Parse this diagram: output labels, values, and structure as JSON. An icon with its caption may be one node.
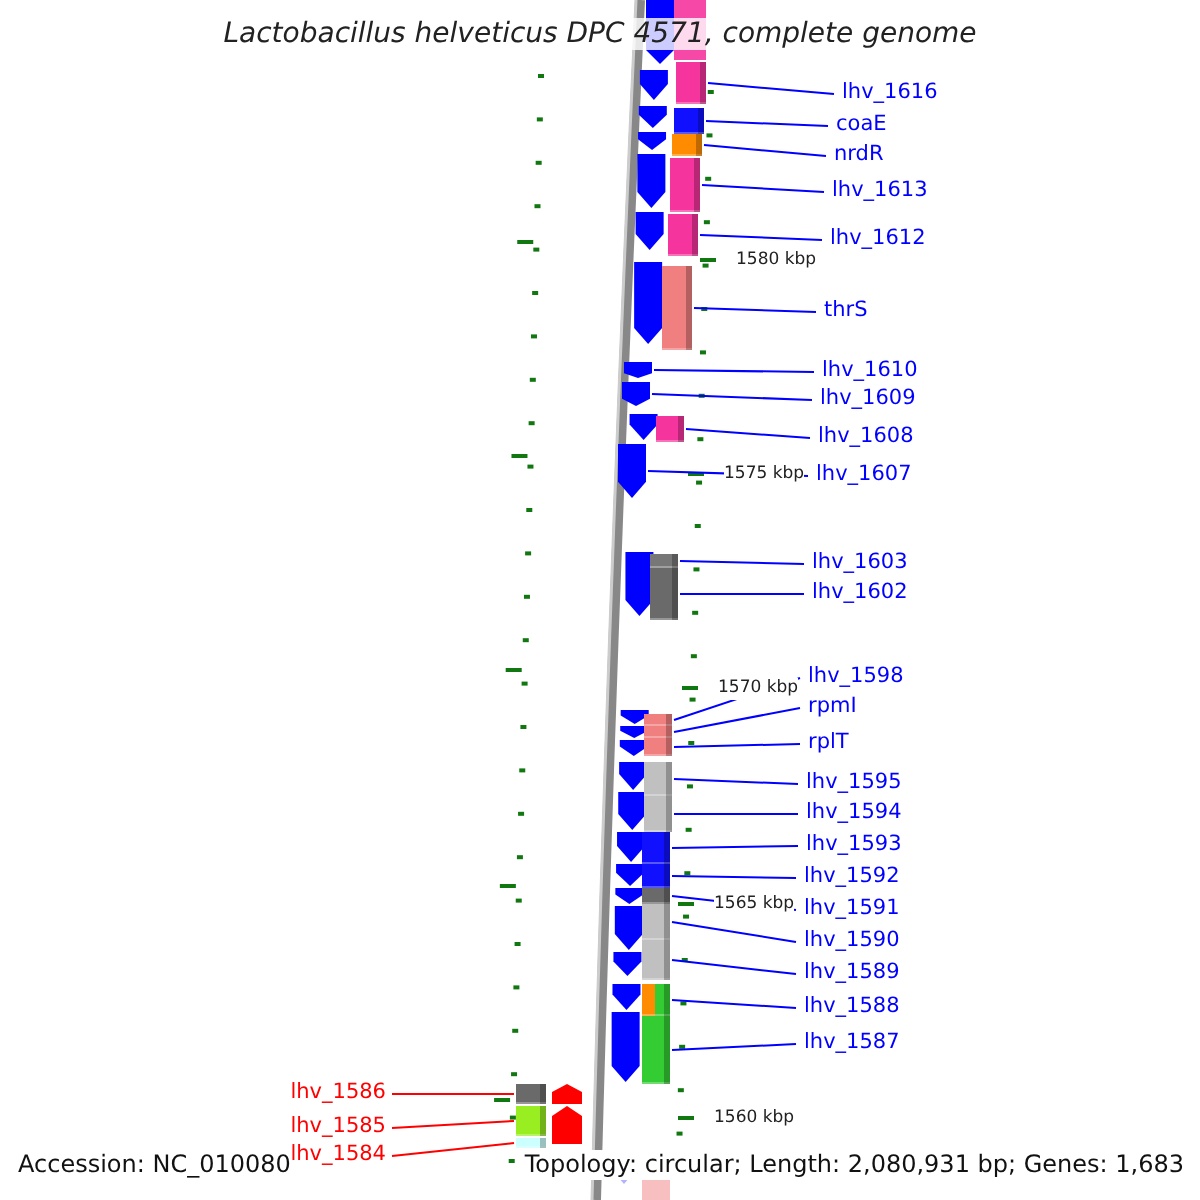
{
  "diagram": {
    "title": "Lactobacillus helveticus DPC 4571, complete genome",
    "nodes": [
      {
        "text": [
          "lhv_1616"
        ]
      },
      {
        "text": [
          "coaE"
        ]
      },
      {
        "text": [
          "nrdR"
        ]
      },
      {
        "text": [
          "lhv_1613"
        ]
      },
      {
        "text": [
          "lhv_1612"
        ]
      },
      {
        "text": [
          "thrS"
        ]
      },
      {
        "text": [
          "lhv_1610"
        ]
      },
      {
        "text": [
          "lhv_1609"
        ]
      },
      {
        "text": [
          "lhv_1608"
        ]
      },
      {
        "text": [
          "lhv_1607"
        ]
      },
      {
        "text": [
          "lhv_1603"
        ]
      },
      {
        "text": [
          "lhv_1602"
        ]
      },
      {
        "text": [
          "lhv_1598"
        ]
      },
      {
        "text": [
          "rpmI"
        ]
      },
      {
        "text": [
          "rplT"
        ]
      },
      {
        "text": [
          "lhv_1595"
        ]
      },
      {
        "text": [
          "lhv_1594"
        ]
      },
      {
        "text": [
          "lhv_1593"
        ]
      },
      {
        "text": [
          "lhv_1592"
        ]
      },
      {
        "text": [
          "lhv_1591"
        ]
      },
      {
        "text": [
          "lhv_1590"
        ]
      },
      {
        "text": [
          "lhv_1589"
        ]
      },
      {
        "text": [
          "lhv_1588"
        ]
      },
      {
        "text": [
          "lhv_1587"
        ]
      },
      {
        "text": [
          "lhv_1586"
        ]
      },
      {
        "text": [
          "lhv_1585"
        ]
      },
      {
        "text": [
          "lhv_1584"
        ]
      },
      {
        "text": [],
        "shape": "bar"
      },
      {
        "text": [],
        "shape": "bar"
      },
      {
        "text": [],
        "shape": "bar"
      },
      {
        "text": [],
        "shape": "bar"
      },
      {
        "text": [],
        "shape": "bar"
      },
      {
        "text": [],
        "shape": "bar"
      },
      {
        "text": [],
        "shape": "bar"
      },
      {
        "text": [],
        "shape": "bar"
      },
      {
        "text": [],
        "shape": "bar"
      },
      {
        "text": [],
        "shape": "bar"
      },
      {
        "text": [],
        "shape": "bar"
      },
      {
        "text": [],
        "shape": "bar"
      },
      {
        "text": [],
        "shape": "bar"
      },
      {
        "text": [],
        "shape": "bar"
      },
      {
        "text": [],
        "shape": "bar"
      },
      {
        "text": [],
        "shape": "bar"
      },
      {
        "text": [],
        "shape": "bar"
      },
      {
        "text": [],
        "shape": "bar"
      },
      {
        "text": [],
        "shape": "bar"
      },
      {
        "text": [],
        "shape": "bar"
      },
      {
        "text": [],
        "shape": "bar"
      },
      {
        "text": [],
        "shape": "bar"
      },
      {
        "text": [],
        "shape": "bar"
      },
      {
        "text": [],
        "shape": "bar"
      },
      {
        "text": [],
        "shape": "bar"
      },
      {
        "text": [],
        "shape": "bar"
      },
      {
        "text": [],
        "shape": "bar"
      }
    ],
    "edges": [
      {
        "from": 0,
        "to": 27,
        "arrow": "none"
      },
      {
        "from": 1,
        "to": 28,
        "arrow": "none"
      },
      {
        "from": 2,
        "to": 29,
        "arrow": "none"
      },
      {
        "from": 3,
        "to": 30,
        "arrow": "none"
      },
      {
        "from": 4,
        "to": 31,
        "arrow": "none"
      },
      {
        "from": 5,
        "to": 32,
        "arrow": "none"
      },
      {
        "from": 6,
        "to": 33,
        "arrow": "none"
      },
      {
        "from": 7,
        "to": 34,
        "arrow": "none"
      },
      {
        "from": 8,
        "to": 35,
        "arrow": "none"
      },
      {
        "from": 9,
        "to": 36,
        "arrow": "none"
      },
      {
        "from": 10,
        "to": 37,
        "arrow": "none"
      },
      {
        "from": 11,
        "to": 38,
        "arrow": "none"
      },
      {
        "from": 12,
        "to": 39,
        "arrow": "none"
      },
      {
        "from": 13,
        "to": 40,
        "arrow": "none"
      },
      {
        "from": 14,
        "to": 41,
        "arrow": "none"
      },
      {
        "from": 15,
        "to": 42,
        "arrow": "none"
      },
      {
        "from": 16,
        "to": 43,
        "arrow": "none"
      },
      {
        "from": 17,
        "to": 44,
        "arrow": "none"
      },
      {
        "from": 18,
        "to": 45,
        "arrow": "none"
      },
      {
        "from": 19,
        "to": 46,
        "arrow": "none"
      },
      {
        "from": 20,
        "to": 47,
        "arrow": "none"
      },
      {
        "from": 21,
        "to": 48,
        "arrow": "none"
      },
      {
        "from": 22,
        "to": 49,
        "arrow": "none"
      },
      {
        "from": 23,
        "to": 50,
        "arrow": "none"
      },
      {
        "from": 24,
        "to": 51,
        "arrow": "none",
        "color": "#ff0000"
      },
      {
        "from": 25,
        "to": 52,
        "arrow": "none",
        "color": "#ff0000"
      },
      {
        "from": 26,
        "to": 53,
        "arrow": "none",
        "color": "#ff0000"
      }
    ],
    "labels": [
      "1580 kbp",
      "1575 kbp",
      "1570 kbp",
      "1565 kbp",
      "1560 kbp",
      "Accession: NC_010080",
      "Topology: circular; Length: 2,080,931 bp; Genes: 1,683"
    ]
  }
}
